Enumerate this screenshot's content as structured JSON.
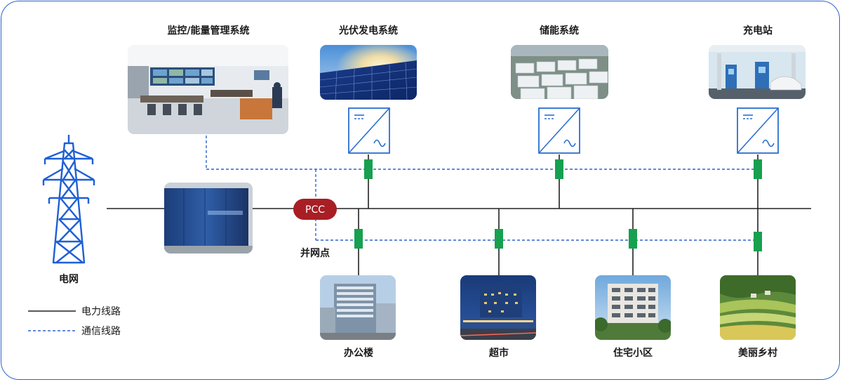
{
  "titles": {
    "monitor": "监控/能量管理系统",
    "pv": "光伏发电系统",
    "storage": "储能系统",
    "charging": "充电站"
  },
  "labels": {
    "grid": "电网",
    "pcc": "PCC",
    "pcc_point": "并网点",
    "office": "办公楼",
    "supermarket": "超市",
    "residential": "住宅小区",
    "village": "美丽乡村"
  },
  "legend": {
    "power_line": "电力线路",
    "comm_line": "通信线路"
  },
  "colors": {
    "border": "#2f63c9",
    "tower": "#1e5fd6",
    "inverter": "#2a6fd0",
    "switch": "#16a050",
    "pcc": "#a81e24",
    "comm": "#2f63c9",
    "power": "#222222"
  }
}
